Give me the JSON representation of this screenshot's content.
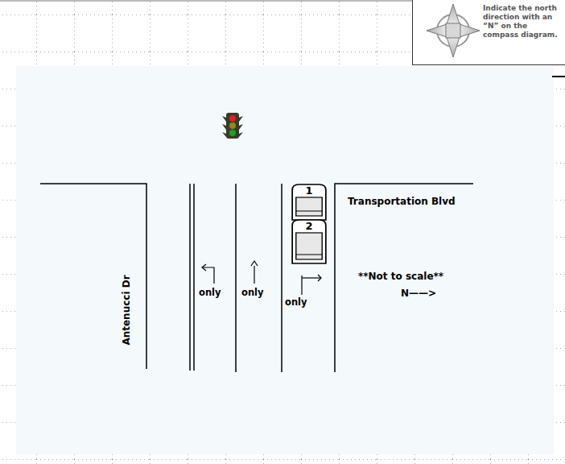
{
  "diagram": {
    "nodes": [
      {
        "text": [
          "1"
        ]
      },
      {
        "text": [
          "2"
        ]
      }
    ],
    "labels": [
      "Indicate the north direction with an “N” on the compass diagram.",
      "Transportation Blvd",
      "Antenucci Dr",
      "only",
      "only",
      "only",
      "**Not to scale**",
      "N——>"
    ]
  }
}
